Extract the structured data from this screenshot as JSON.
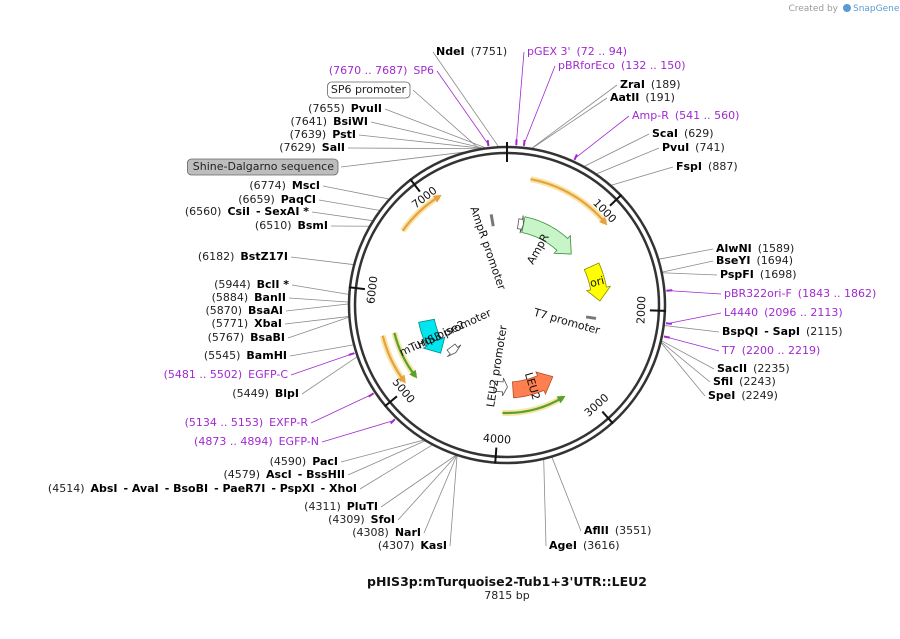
{
  "branding": {
    "created_by": "Created by",
    "app_name": "SnapGene"
  },
  "plasmid": {
    "name": "pHIS3p:mTurquoise2-Tub1+3'UTR::LEU2",
    "size_label": "7815 bp",
    "length": 7815
  },
  "ticks": [
    {
      "pos": 1000,
      "label": "1000"
    },
    {
      "pos": 2000,
      "label": "2000"
    },
    {
      "pos": 3000,
      "label": "3000"
    },
    {
      "pos": 4000,
      "label": "4000"
    },
    {
      "pos": 5000,
      "label": "5000"
    },
    {
      "pos": 6000,
      "label": "6000"
    },
    {
      "pos": 7000,
      "label": "7000"
    }
  ],
  "right_labels": [
    {
      "pos": 7751,
      "kind": "site",
      "parts": [
        {
          "t": "NdeI",
          "c": "en"
        },
        {
          "t": "(7751)",
          "c": "pos"
        }
      ]
    },
    {
      "pos": 72,
      "kind": "primer",
      "parts": [
        {
          "t": "pGEX 3'",
          "c": "prim"
        },
        {
          "t": "(72 .. 94)",
          "c": "prim"
        }
      ]
    },
    {
      "pos": 132,
      "kind": "primer",
      "parts": [
        {
          "t": "pBRforEco",
          "c": "prim"
        },
        {
          "t": "(132 .. 150)",
          "c": "prim"
        }
      ]
    },
    {
      "pos": 189,
      "kind": "site",
      "parts": [
        {
          "t": "ZraI",
          "c": "en"
        },
        {
          "t": "(189)",
          "c": "pos"
        }
      ]
    },
    {
      "pos": 191,
      "kind": "site",
      "parts": [
        {
          "t": "AatII",
          "c": "en"
        },
        {
          "t": "(191)",
          "c": "pos"
        }
      ]
    },
    {
      "pos": 541,
      "kind": "primer",
      "parts": [
        {
          "t": "Amp-R",
          "c": "prim"
        },
        {
          "t": "(541 .. 560)",
          "c": "prim"
        }
      ]
    },
    {
      "pos": 629,
      "kind": "site",
      "parts": [
        {
          "t": "ScaI",
          "c": "en"
        },
        {
          "t": "(629)",
          "c": "pos"
        }
      ]
    },
    {
      "pos": 741,
      "kind": "site",
      "parts": [
        {
          "t": "PvuI",
          "c": "en"
        },
        {
          "t": "(741)",
          "c": "pos"
        }
      ]
    },
    {
      "pos": 887,
      "kind": "site",
      "parts": [
        {
          "t": "FspI",
          "c": "en"
        },
        {
          "t": "(887)",
          "c": "pos"
        }
      ]
    },
    {
      "pos": 1589,
      "kind": "site",
      "parts": [
        {
          "t": "AlwNI",
          "c": "en"
        },
        {
          "t": "(1589)",
          "c": "pos"
        }
      ]
    },
    {
      "pos": 1694,
      "kind": "site",
      "parts": [
        {
          "t": "BseYI",
          "c": "en"
        },
        {
          "t": "(1694)",
          "c": "pos"
        }
      ]
    },
    {
      "pos": 1698,
      "kind": "site",
      "parts": [
        {
          "t": "PspFI",
          "c": "en"
        },
        {
          "t": "(1698)",
          "c": "pos"
        }
      ]
    },
    {
      "pos": 1843,
      "kind": "primer",
      "parts": [
        {
          "t": "pBR322ori-F",
          "c": "prim"
        },
        {
          "t": "(1843 .. 1862)",
          "c": "prim"
        }
      ]
    },
    {
      "pos": 2096,
      "kind": "primer",
      "parts": [
        {
          "t": "L4440",
          "c": "prim"
        },
        {
          "t": "(2096 .. 2113)",
          "c": "prim"
        }
      ]
    },
    {
      "pos": 2115,
      "kind": "site",
      "parts": [
        {
          "t": "BspQI",
          "c": "en"
        },
        {
          "t": "- SapI",
          "c": "en"
        },
        {
          "t": "(2115)",
          "c": "pos"
        }
      ]
    },
    {
      "pos": 2200,
      "kind": "primer",
      "parts": [
        {
          "t": "T7",
          "c": "prim"
        },
        {
          "t": "(2200 .. 2219)",
          "c": "prim"
        }
      ]
    },
    {
      "pos": 2235,
      "kind": "site",
      "parts": [
        {
          "t": "SacII",
          "c": "en"
        },
        {
          "t": "(2235)",
          "c": "pos"
        }
      ]
    },
    {
      "pos": 2243,
      "kind": "site",
      "parts": [
        {
          "t": "SfiI",
          "c": "en"
        },
        {
          "t": "(2243)",
          "c": "pos"
        }
      ]
    },
    {
      "pos": 2249,
      "kind": "site",
      "parts": [
        {
          "t": "SpeI",
          "c": "en"
        },
        {
          "t": "(2249)",
          "c": "pos"
        }
      ]
    },
    {
      "pos": 3551,
      "kind": "site",
      "parts": [
        {
          "t": "AflII",
          "c": "en"
        },
        {
          "t": "(3551)",
          "c": "pos"
        }
      ]
    },
    {
      "pos": 3616,
      "kind": "site",
      "parts": [
        {
          "t": "AgeI",
          "c": "en"
        },
        {
          "t": "(3616)",
          "c": "pos"
        }
      ]
    }
  ],
  "left_labels": [
    {
      "pos": 7670,
      "kind": "primer",
      "parts": [
        {
          "t": "(7670 .. 7687)",
          "c": "prim"
        },
        {
          "t": "SP6",
          "c": "prim"
        }
      ]
    },
    {
      "pos": 7600,
      "kind": "boxed",
      "parts": [
        {
          "t": "SP6 promoter",
          "c": "lbl"
        }
      ]
    },
    {
      "pos": 7655,
      "kind": "site",
      "parts": [
        {
          "t": "(7655)",
          "c": "pos"
        },
        {
          "t": "PvuII",
          "c": "en"
        }
      ]
    },
    {
      "pos": 7641,
      "kind": "site",
      "parts": [
        {
          "t": "(7641)",
          "c": "pos"
        },
        {
          "t": "BsiWI",
          "c": "en"
        }
      ]
    },
    {
      "pos": 7639,
      "kind": "site",
      "parts": [
        {
          "t": "(7639)",
          "c": "pos"
        },
        {
          "t": "PstI",
          "c": "en"
        }
      ]
    },
    {
      "pos": 7629,
      "kind": "site",
      "parts": [
        {
          "t": "(7629)",
          "c": "pos"
        },
        {
          "t": "SalI",
          "c": "en"
        }
      ]
    },
    {
      "pos": 7520,
      "kind": "boxed-grey",
      "parts": [
        {
          "t": "Shine-Dalgarno sequence",
          "c": "lbl"
        }
      ]
    },
    {
      "pos": 6774,
      "kind": "site",
      "parts": [
        {
          "t": "(6774)",
          "c": "pos"
        },
        {
          "t": "MscI",
          "c": "en"
        }
      ]
    },
    {
      "pos": 6659,
      "kind": "site",
      "parts": [
        {
          "t": "(6659)",
          "c": "pos"
        },
        {
          "t": "PaqCI",
          "c": "en"
        }
      ]
    },
    {
      "pos": 6560,
      "kind": "site",
      "parts": [
        {
          "t": "(6560)",
          "c": "pos"
        },
        {
          "t": "CsiI",
          "c": "en"
        },
        {
          "t": "- SexAI *",
          "c": "en"
        }
      ]
    },
    {
      "pos": 6510,
      "kind": "site",
      "parts": [
        {
          "t": "(6510)",
          "c": "pos"
        },
        {
          "t": "BsmI",
          "c": "en"
        }
      ]
    },
    {
      "pos": 6182,
      "kind": "site",
      "parts": [
        {
          "t": "(6182)",
          "c": "pos"
        },
        {
          "t": "BstZ17I",
          "c": "en"
        }
      ]
    },
    {
      "pos": 5944,
      "kind": "site",
      "parts": [
        {
          "t": "(5944)",
          "c": "pos"
        },
        {
          "t": "BclI *",
          "c": "en"
        }
      ]
    },
    {
      "pos": 5884,
      "kind": "site",
      "parts": [
        {
          "t": "(5884)",
          "c": "pos"
        },
        {
          "t": "BanII",
          "c": "en"
        }
      ]
    },
    {
      "pos": 5870,
      "kind": "site",
      "parts": [
        {
          "t": "(5870)",
          "c": "pos"
        },
        {
          "t": "BsaAI",
          "c": "en"
        }
      ]
    },
    {
      "pos": 5771,
      "kind": "site",
      "parts": [
        {
          "t": "(5771)",
          "c": "pos"
        },
        {
          "t": "XbaI",
          "c": "en"
        }
      ]
    },
    {
      "pos": 5767,
      "kind": "site",
      "parts": [
        {
          "t": "(5767)",
          "c": "pos"
        },
        {
          "t": "BsaBI",
          "c": "en"
        }
      ]
    },
    {
      "pos": 5545,
      "kind": "site",
      "parts": [
        {
          "t": "(5545)",
          "c": "pos"
        },
        {
          "t": "BamHI",
          "c": "en"
        }
      ]
    },
    {
      "pos": 5481,
      "kind": "primer",
      "parts": [
        {
          "t": "(5481 .. 5502)",
          "c": "prim"
        },
        {
          "t": "EGFP-C",
          "c": "prim"
        }
      ]
    },
    {
      "pos": 5449,
      "kind": "site",
      "parts": [
        {
          "t": "(5449)",
          "c": "pos"
        },
        {
          "t": "BlpI",
          "c": "en"
        }
      ]
    },
    {
      "pos": 5134,
      "kind": "primer",
      "parts": [
        {
          "t": "(5134 .. 5153)",
          "c": "prim"
        },
        {
          "t": "EXFP-R",
          "c": "prim"
        }
      ]
    },
    {
      "pos": 4873,
      "kind": "primer",
      "parts": [
        {
          "t": "(4873 .. 4894)",
          "c": "prim"
        },
        {
          "t": "EGFP-N",
          "c": "prim"
        }
      ]
    },
    {
      "pos": 4590,
      "kind": "site",
      "parts": [
        {
          "t": "(4590)",
          "c": "pos"
        },
        {
          "t": "PacI",
          "c": "en"
        }
      ]
    },
    {
      "pos": 4579,
      "kind": "site",
      "parts": [
        {
          "t": "(4579)",
          "c": "pos"
        },
        {
          "t": "AscI",
          "c": "en"
        },
        {
          "t": "- BssHII",
          "c": "en"
        }
      ]
    },
    {
      "pos": 4514,
      "kind": "site",
      "parts": [
        {
          "t": "(4514)",
          "c": "pos"
        },
        {
          "t": "AbsI",
          "c": "en"
        },
        {
          "t": "- AvaI",
          "c": "en"
        },
        {
          "t": "- BsoBI",
          "c": "en"
        },
        {
          "t": "- PaeR7I",
          "c": "en"
        },
        {
          "t": "- PspXI",
          "c": "en"
        },
        {
          "t": "- XhoI",
          "c": "en"
        }
      ]
    },
    {
      "pos": 4311,
      "kind": "site",
      "parts": [
        {
          "t": "(4311)",
          "c": "pos"
        },
        {
          "t": "PluTI",
          "c": "en"
        }
      ]
    },
    {
      "pos": 4309,
      "kind": "site",
      "parts": [
        {
          "t": "(4309)",
          "c": "pos"
        },
        {
          "t": "SfoI",
          "c": "en"
        }
      ]
    },
    {
      "pos": 4308,
      "kind": "site",
      "parts": [
        {
          "t": "(4308)",
          "c": "pos"
        },
        {
          "t": "NarI",
          "c": "en"
        }
      ]
    },
    {
      "pos": 4307,
      "kind": "site",
      "parts": [
        {
          "t": "(4307)",
          "c": "pos"
        },
        {
          "t": "KasI",
          "c": "en"
        }
      ]
    }
  ],
  "features": [
    {
      "name": "AmpR",
      "color": "#c8f5c8",
      "stroke": "#3c8c3c"
    },
    {
      "name": "AmpR promoter",
      "color": "#ffffff",
      "stroke": "#555555"
    },
    {
      "name": "ori",
      "color": "#ffff00",
      "stroke": "#8a8a00"
    },
    {
      "name": "T7 promoter",
      "color": "#ffffff",
      "stroke": "#555555"
    },
    {
      "name": "LEU2",
      "color": "#ff7f50",
      "stroke": "#b0502a"
    },
    {
      "name": "LEU2 promoter",
      "color": "#ffffff",
      "stroke": "#555555"
    },
    {
      "name": "mTurquoise2",
      "color": "#00e5ee",
      "stroke": "#008b8b"
    },
    {
      "name": "HIS3 promoter",
      "color": "#ffffff",
      "stroke": "#555555"
    }
  ],
  "colors": {
    "orf_orange": "#e8a040",
    "orf_green": "#5aa02c",
    "primer": "#a02ad0",
    "backbone": "#333333"
  }
}
